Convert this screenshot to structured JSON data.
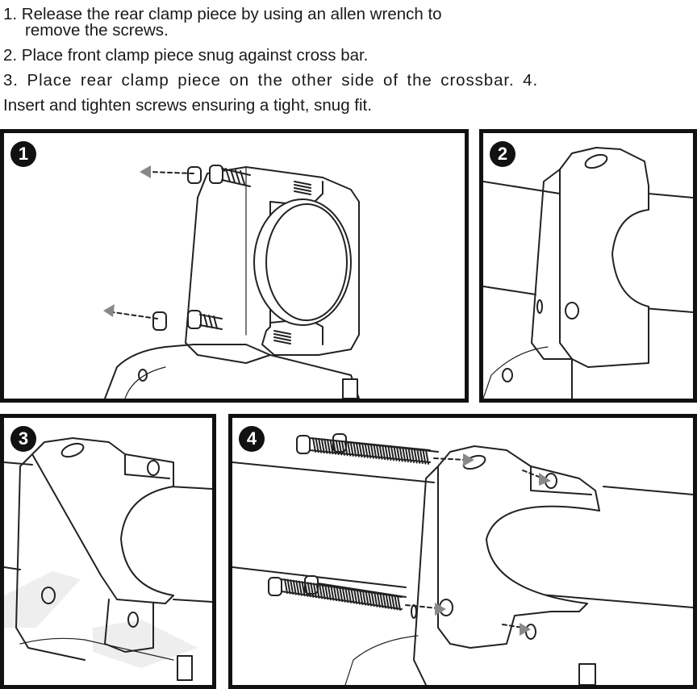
{
  "instructions": {
    "step1_line1": "1. Release the rear clamp piece by using an allen wrench to",
    "step1_line2": "remove the screws.",
    "step2": "2. Place front clamp piece snug against cross bar.",
    "step3_line": "3. Place rear clamp piece on the other side of the crossbar. 4.",
    "step4_line": "Insert and tighten screws ensuring a tight, snug fit."
  },
  "panels": [
    {
      "number": "1"
    },
    {
      "number": "2"
    },
    {
      "number": "3"
    },
    {
      "number": "4"
    }
  ],
  "colors": {
    "line": "#222222",
    "arrow": "#888888",
    "badge": "#111111"
  },
  "icons": [
    "allen-screw-icon",
    "dashed-arrow-icon"
  ]
}
